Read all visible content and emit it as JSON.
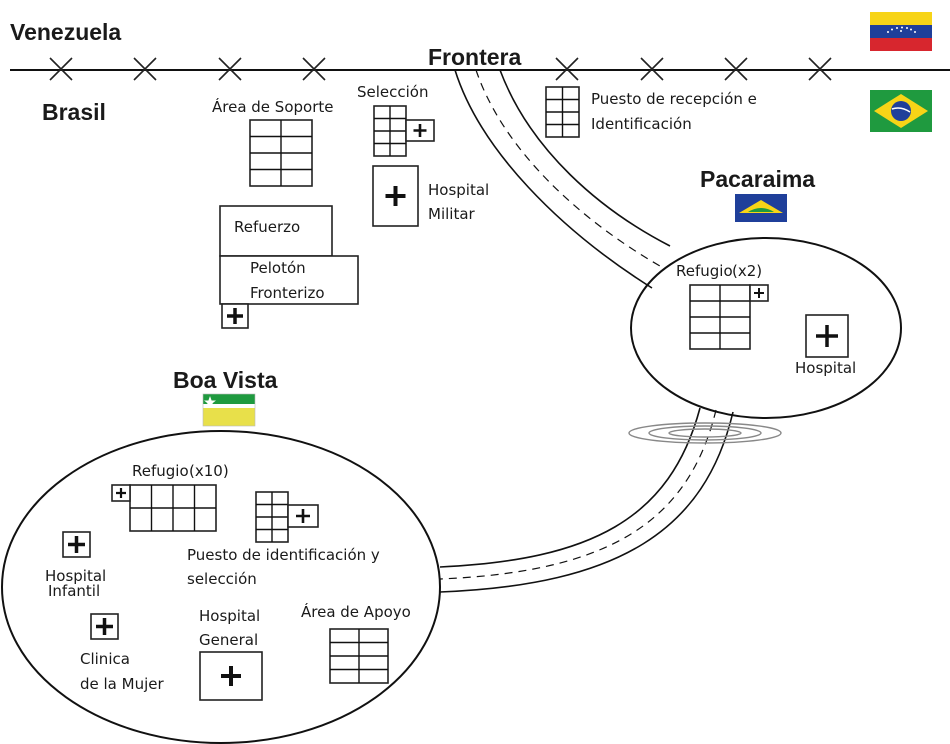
{
  "regions": {
    "venezuela": "Venezuela",
    "brasil": "Brasil",
    "frontera": "Frontera"
  },
  "cities": {
    "pacaraima": "Pacaraima",
    "boa_vista": "Boa Vista"
  },
  "border_facilities": {
    "area_soporte": "Área de Soporte",
    "seleccion": "Selección",
    "hospital_militar_1": "Hospital",
    "hospital_militar_2": "Militar",
    "refuerzo": "Refuerzo",
    "peloton_1": "Pelotón",
    "peloton_2": "Fronterizo",
    "puesto_recepcion_1": "Puesto de recepción e",
    "puesto_recepcion_2": "Identificación"
  },
  "pacaraima_facilities": {
    "refugio": "Refugio",
    "refugio_count": "(x2)",
    "hospital": "Hospital"
  },
  "boa_vista_facilities": {
    "refugio": "Refugio",
    "refugio_count": "(x10)",
    "puesto_id_1": "Puesto de identificación y",
    "puesto_id_2": "selección",
    "hospital_infantil_1": "Hospital",
    "hospital_infantil_2": "Infantil",
    "clinica_1": "Clinica",
    "clinica_2": "de la Mujer",
    "hospital_general_1": "Hospital",
    "hospital_general_2": "General",
    "area_apoyo": "Área de Apoyo"
  },
  "colors": {
    "venezuela_flag": [
      "#f7d417",
      "#1f3f9a",
      "#d7262e"
    ],
    "brazil_flag": [
      "#1f9a3f",
      "#f7d417",
      "#1f3f9a"
    ],
    "pacaraima_flag": [
      "#1f3f9a",
      "#f7d417",
      "#1f9a3f"
    ],
    "boa_vista_flag": [
      "#1f9a3f",
      "#ffffff",
      "#e8e04a"
    ]
  }
}
